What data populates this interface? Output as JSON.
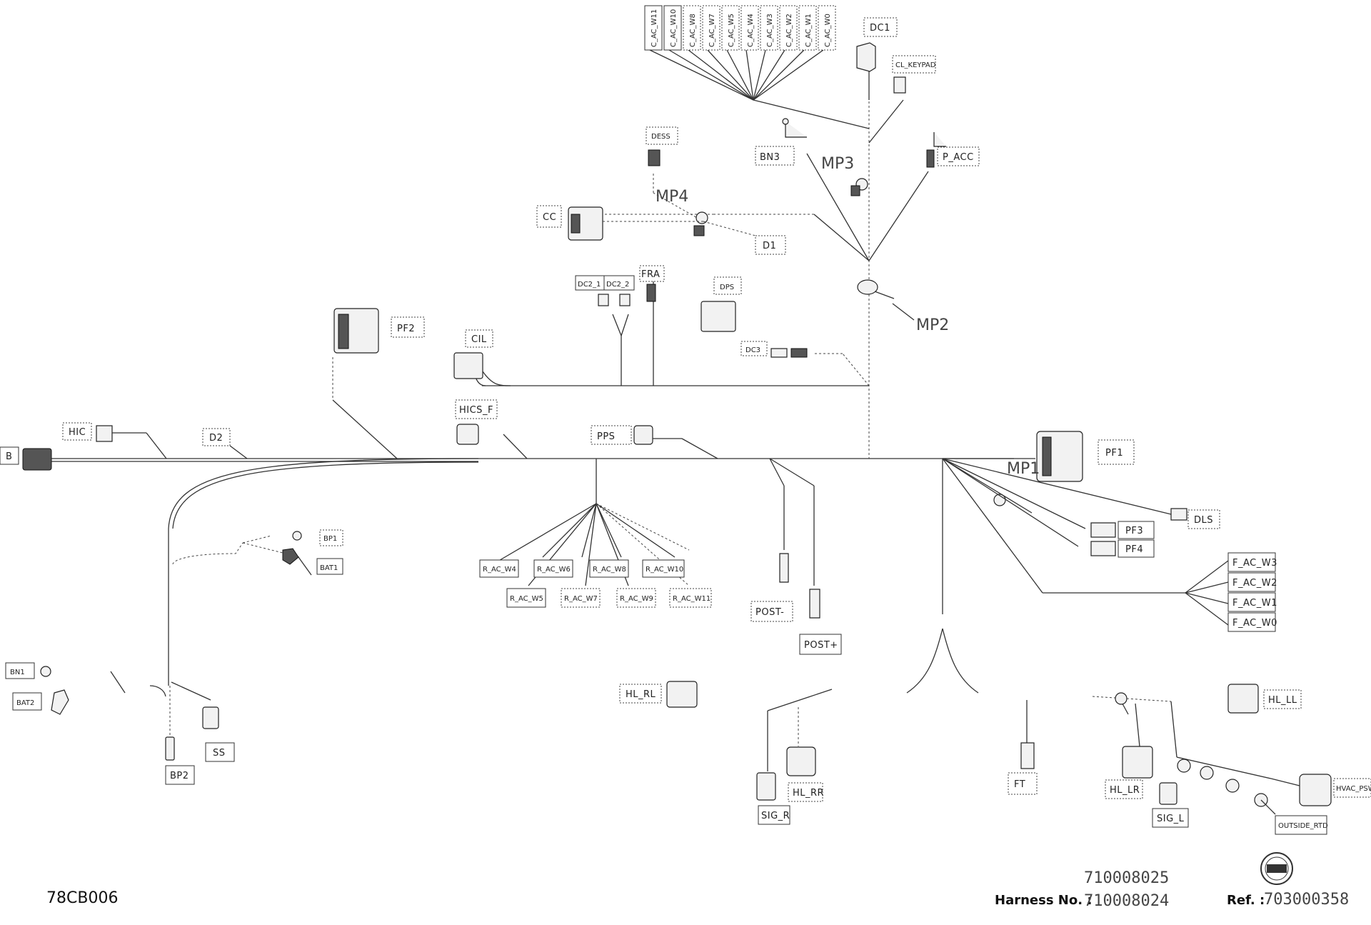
{
  "diagram": {
    "top_connectors": [
      "C_AC_W11",
      "C_AC_W10",
      "C_AC_W8",
      "C_AC_W7",
      "C_AC_W5",
      "C_AC_W4",
      "C_AC_W3",
      "C_AC_W2",
      "C_AC_W1",
      "C_AC_W0"
    ],
    "labels": {
      "dc1": "DC1",
      "cl_keypad": "CL_KEYPAD",
      "dess": "DESS",
      "bn3": "BN3",
      "mp3": "MP3",
      "p_acc": "P_ACC",
      "mp4": "MP4",
      "cc": "CC",
      "d1": "D1",
      "mp2": "MP2",
      "dc2_1": "DC2_1",
      "dc2_2": "DC2_2",
      "fra": "FRA",
      "dps": "DPS",
      "pf2": "PF2",
      "cil": "CIL",
      "dc3": "DC3",
      "hic": "HIC",
      "b": "B",
      "d2": "D2",
      "hics_f": "HICS_F",
      "pps": "PPS",
      "pf1": "PF1",
      "mp1": "MP1",
      "dls": "DLS",
      "pf3": "PF3",
      "pf4": "PF4",
      "bp1": "BP1",
      "bat1": "BAT1",
      "post_minus": "POST-",
      "post_plus": "POST+",
      "bn1": "BN1",
      "bat2": "BAT2",
      "ss": "SS",
      "bp2": "BP2",
      "hl_rl": "HL_RL",
      "sig_r": "SIG_R",
      "hl_rr": "HL_RR",
      "ft": "FT",
      "hl_lr": "HL_LR",
      "sig_l": "SIG_L",
      "hl_ll": "HL_LL",
      "hvac_pswt": "HVAC_PSWT",
      "outside_rtd": "OUTSIDE_RTD"
    },
    "rear_connectors_top": [
      "R_AC_W4",
      "R_AC_W6",
      "R_AC_W8",
      "R_AC_W10"
    ],
    "rear_connectors_bottom": [
      "R_AC_W5",
      "R_AC_W7",
      "R_AC_W9",
      "R_AC_W11"
    ],
    "front_connectors": [
      "F_AC_W3",
      "F_AC_W2",
      "F_AC_W1",
      "F_AC_W0"
    ]
  },
  "footer": {
    "code": "78CB006",
    "harness_label": "Harness No. :",
    "harness_numbers": [
      "710008025",
      "710008024"
    ],
    "ref_label": "Ref. :",
    "ref_value": "703000358"
  }
}
